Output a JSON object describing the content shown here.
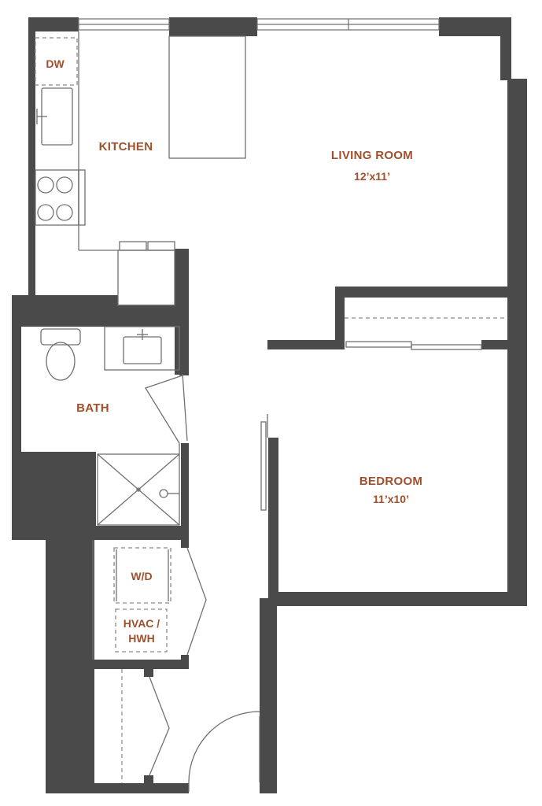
{
  "colors": {
    "wall": "#4a4a4b",
    "label": "#a0502d",
    "fixture": "#707070",
    "dashed": "#8a8a8a"
  },
  "rooms": {
    "kitchen": {
      "label": "KITCHEN"
    },
    "living_room": {
      "label": "LIVING ROOM",
      "dimensions": "12’x11’"
    },
    "bedroom": {
      "label": "BEDROOM",
      "dimensions": "11’x10’"
    },
    "bath": {
      "label": "BATH"
    }
  },
  "fixtures": {
    "dishwasher": {
      "label": "DW"
    },
    "washer_dryer": {
      "label": "W/D"
    },
    "hvac": {
      "line1": "HVAC /",
      "line2": "HWH"
    }
  }
}
